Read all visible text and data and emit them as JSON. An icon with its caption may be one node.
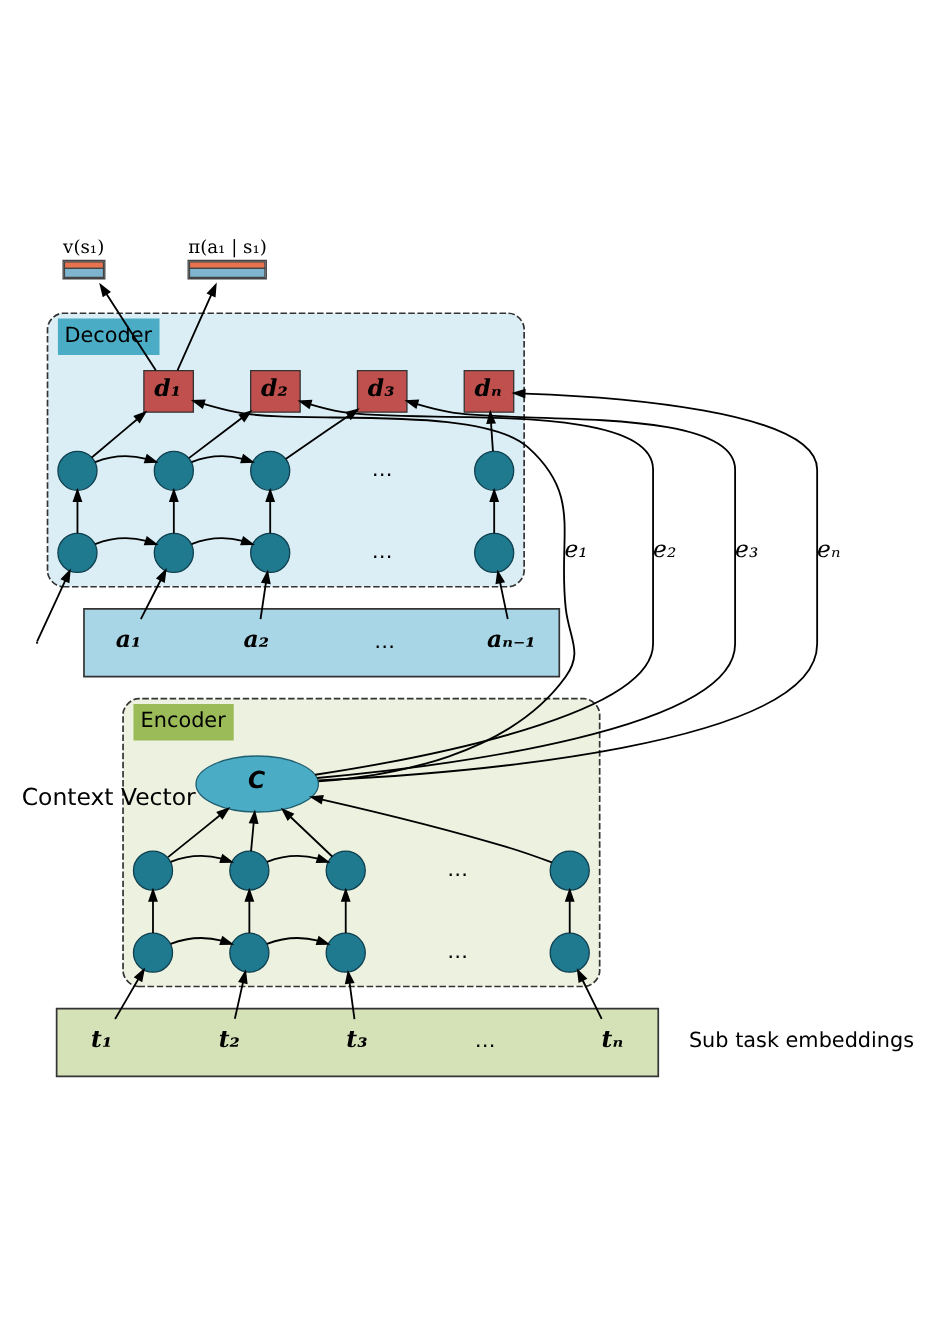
{
  "diagram": {
    "nodes": [
      {
        "text": [
          "Decoder"
        ]
      },
      {
        "text": [
          "v(s₁)"
        ]
      },
      {
        "text": [
          "π(a₁ | s₁)"
        ]
      },
      {
        "text": [
          "d₁"
        ],
        "in": 0
      },
      {
        "text": [
          "d₂"
        ],
        "in": 0
      },
      {
        "text": [
          "d₃"
        ],
        "in": 0
      },
      {
        "text": [
          "dₙ"
        ],
        "in": 0
      },
      {
        "text": [],
        "shape": "circle",
        "in": 0
      },
      {
        "text": [],
        "shape": "circle",
        "in": 0
      },
      {
        "text": [],
        "shape": "circle",
        "in": 0
      },
      {
        "text": [],
        "shape": "circle",
        "in": 0
      },
      {
        "text": [],
        "shape": "circle",
        "in": 0
      },
      {
        "text": [],
        "shape": "circle",
        "in": 0
      },
      {
        "text": [],
        "shape": "circle",
        "in": 0
      },
      {
        "text": [],
        "shape": "circle",
        "in": 0
      },
      {
        "text": [],
        "shape": "bar"
      },
      {
        "text": [
          "a₁"
        ],
        "in": 15
      },
      {
        "text": [
          "a₂"
        ],
        "in": 15
      },
      {
        "text": [
          "aₙ₋₁"
        ],
        "in": 15
      },
      {
        "text": [
          "Encoder"
        ]
      },
      {
        "text": [
          "C"
        ],
        "in": 19,
        "beside": [
          "Context Vector"
        ]
      },
      {
        "text": [],
        "shape": "circle",
        "in": 19
      },
      {
        "text": [],
        "shape": "circle",
        "in": 19
      },
      {
        "text": [],
        "shape": "circle",
        "in": 19
      },
      {
        "text": [],
        "shape": "circle",
        "in": 19
      },
      {
        "text": [],
        "shape": "circle",
        "in": 19
      },
      {
        "text": [],
        "shape": "circle",
        "in": 19
      },
      {
        "text": [],
        "shape": "circle",
        "in": 19
      },
      {
        "text": [],
        "shape": "circle",
        "in": 19
      },
      {
        "text": [],
        "shape": "bar"
      },
      {
        "text": [
          "t₁"
        ],
        "in": 29
      },
      {
        "text": [
          "t₂"
        ],
        "in": 29
      },
      {
        "text": [
          "t₃"
        ],
        "in": 29
      },
      {
        "text": [
          "tₙ"
        ],
        "in": 29
      }
    ],
    "edges": [
      {
        "from": 3,
        "to": 1,
        "arrow": "to"
      },
      {
        "from": 3,
        "to": 2,
        "arrow": "to"
      },
      {
        "from": 7,
        "to": 3,
        "arrow": "to"
      },
      {
        "from": 8,
        "to": 4,
        "arrow": "to"
      },
      {
        "from": 9,
        "to": 5,
        "arrow": "to"
      },
      {
        "from": 10,
        "to": 6,
        "arrow": "to"
      },
      {
        "from": 20,
        "to": 3,
        "arrow": "to",
        "label": "e₁"
      },
      {
        "from": 20,
        "to": 4,
        "arrow": "to",
        "label": "e₂"
      },
      {
        "from": 20,
        "to": 5,
        "arrow": "to",
        "label": "e₃"
      },
      {
        "from": 20,
        "to": 6,
        "arrow": "to",
        "label": "eₙ"
      },
      {
        "from": 7,
        "to": 8,
        "arrow": "to"
      },
      {
        "from": 8,
        "to": 9,
        "arrow": "to"
      },
      {
        "from": 11,
        "to": 7,
        "arrow": "to"
      },
      {
        "from": 12,
        "to": 8,
        "arrow": "to"
      },
      {
        "from": 13,
        "to": 9,
        "arrow": "to"
      },
      {
        "from": 14,
        "to": 10,
        "arrow": "to"
      },
      {
        "from": 11,
        "to": 12,
        "arrow": "to"
      },
      {
        "from": 12,
        "to": 13,
        "arrow": "to"
      },
      {
        "from": null,
        "to": 11,
        "arrow": "to"
      },
      {
        "from": 16,
        "to": 12,
        "arrow": "to"
      },
      {
        "from": 17,
        "to": 13,
        "arrow": "to"
      },
      {
        "from": 18,
        "to": 14,
        "arrow": "to"
      },
      {
        "from": 21,
        "to": 20,
        "arrow": "to"
      },
      {
        "from": 22,
        "to": 20,
        "arrow": "to"
      },
      {
        "from": 23,
        "to": 20,
        "arrow": "to"
      },
      {
        "from": 24,
        "to": 20,
        "arrow": "to"
      },
      {
        "from": 21,
        "to": 22,
        "arrow": "to"
      },
      {
        "from": 22,
        "to": 23,
        "arrow": "to"
      },
      {
        "from": 25,
        "to": 21,
        "arrow": "to"
      },
      {
        "from": 26,
        "to": 22,
        "arrow": "to"
      },
      {
        "from": 27,
        "to": 23,
        "arrow": "to"
      },
      {
        "from": 28,
        "to": 24,
        "arrow": "to"
      },
      {
        "from": 25,
        "to": 26,
        "arrow": "to"
      },
      {
        "from": 26,
        "to": 27,
        "arrow": "to"
      },
      {
        "from": 30,
        "to": 25,
        "arrow": "to"
      },
      {
        "from": 31,
        "to": 26,
        "arrow": "to"
      },
      {
        "from": 32,
        "to": 27,
        "arrow": "to"
      },
      {
        "from": 33,
        "to": 28,
        "arrow": "to"
      }
    ],
    "labels": [
      "…",
      "…",
      "…",
      "…",
      "…",
      "Sub task embeddings",
      "…"
    ]
  }
}
